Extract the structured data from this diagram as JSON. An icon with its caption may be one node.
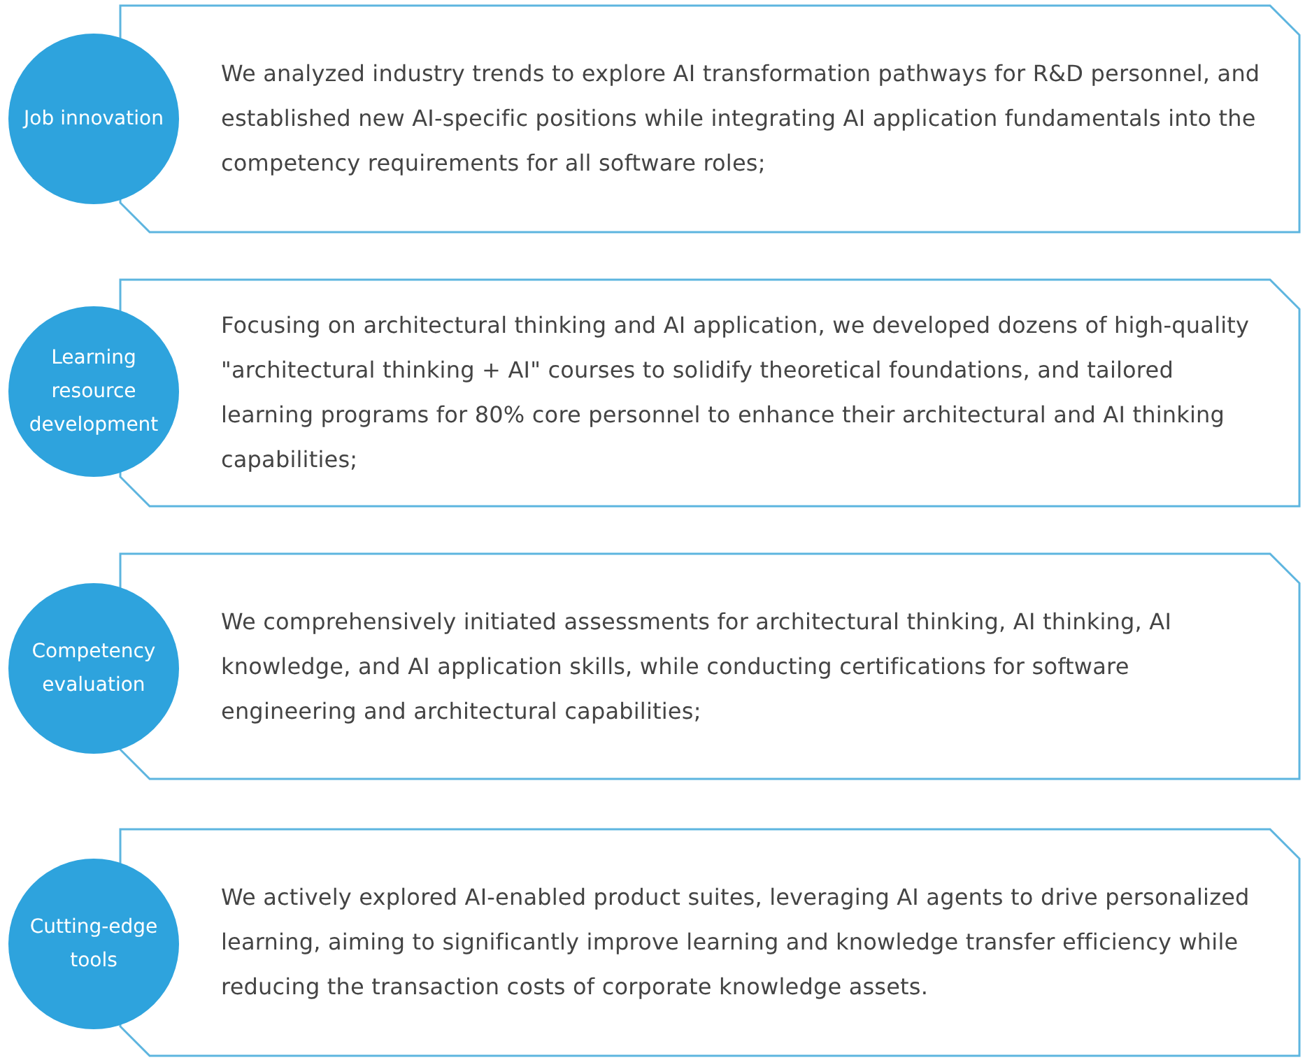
{
  "diagram": {
    "nodes": [
      {
        "text": [
          "Job innovation"
        ]
      },
      {
        "text": [
          "We analyzed industry trends to explore AI transformation pathways for R&D personnel, and established new AI-specific positions while integrating AI application fundamentals into the competency requirements for all software roles;"
        ]
      },
      {
        "text": [
          "Learning resource development"
        ]
      },
      {
        "text": [
          "Focusing on architectural thinking and AI application, we developed dozens of high-quality \"architectural thinking + AI\" courses to solidify theoretical foundations, and tailored learning programs for 80% core personnel to enhance their architectural and AI thinking capabilities;"
        ]
      },
      {
        "text": [
          "Competency evaluation"
        ]
      },
      {
        "text": [
          "We comprehensively initiated assessments for architectural thinking, AI thinking, AI knowledge, and AI application skills, while conducting certifications for software engineering and architectural capabilities;"
        ]
      },
      {
        "text": [
          "Cutting-edge tools"
        ]
      },
      {
        "text": [
          "We actively explored AI-enabled product suites, leveraging AI agents to drive personalized learning, aiming to significantly improve learning and knowledge transfer efficiency while reducing the transaction costs of corporate knowledge assets."
        ]
      }
    ]
  }
}
